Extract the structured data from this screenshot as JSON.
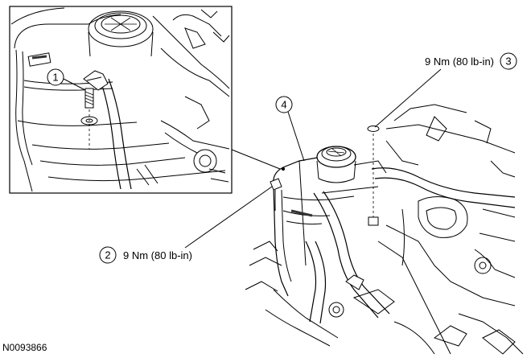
{
  "figure": {
    "id_label": "N0093866"
  },
  "callouts": [
    {
      "number": "1",
      "torque": ""
    },
    {
      "number": "2",
      "torque": "9 Nm (80 lb-in)"
    },
    {
      "number": "3",
      "torque": "9 Nm (80 lb-in)"
    },
    {
      "number": "4",
      "torque": ""
    }
  ],
  "colors": {
    "line": "#000000",
    "background": "#ffffff"
  }
}
